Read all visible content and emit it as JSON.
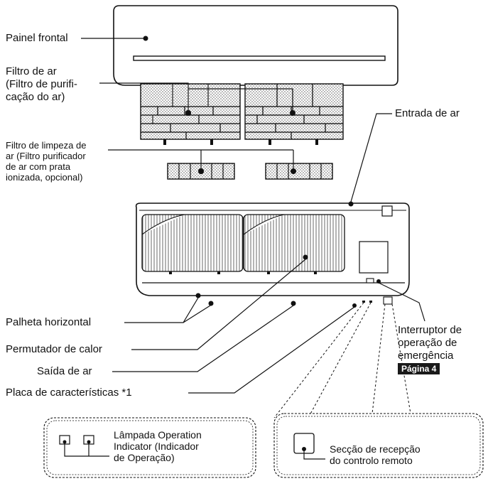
{
  "labels": {
    "front_panel": "Painel frontal",
    "air_filter": "Filtro de ar\n(Filtro de purifi-\ncação do ar)",
    "cleaning_filter": "Filtro de limpeza de\nar (Filtro purificador\nde ar com prata\nionizada, opcional)",
    "air_inlet": "Entrada de ar",
    "horizontal_flap": "Palheta horizontal",
    "heat_exchanger": "Permutador de calor",
    "air_outlet": "Saída de ar",
    "nameplate": "Placa de características *1",
    "emergency_switch": "Interruptor de\noperação de\nemergência",
    "page_ref": "Página 4",
    "operation_lamp": "Lâmpada Operation\nIndicator (Indicador\nde Operação)",
    "remote_receiver": "Secção de recepção\ndo controlo remoto"
  },
  "colors": {
    "line": "#111111",
    "page_ref_bg": "#1a1a1a",
    "page_ref_fg": "#ffffff"
  }
}
